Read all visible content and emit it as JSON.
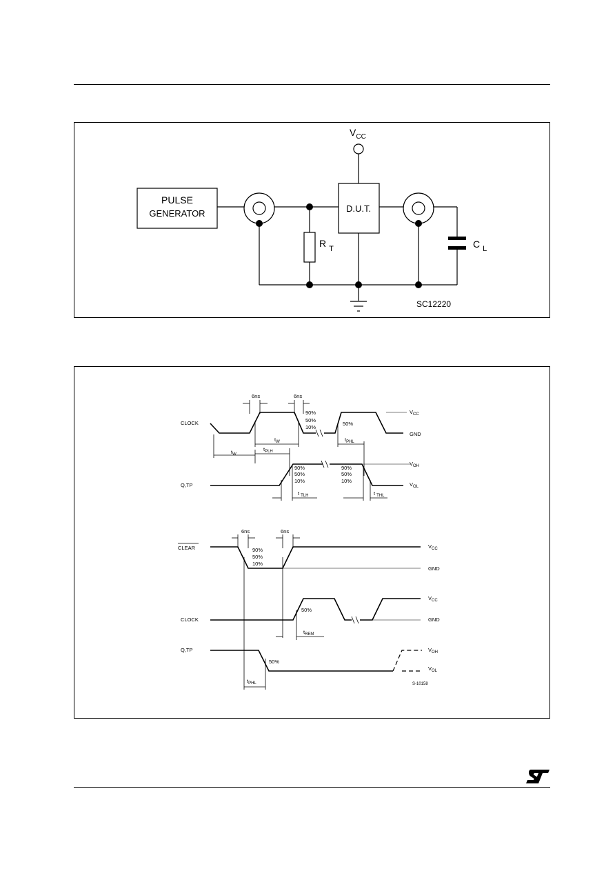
{
  "test_circuit": {
    "vcc": "V",
    "vcc_sub": "CC",
    "pulse_generator_line1": "PULSE",
    "pulse_generator_line2": "GENERATOR",
    "dut": "D.U.T.",
    "rt": "R",
    "rt_sub": "T",
    "cl": "C",
    "cl_sub": "L",
    "code": "SC12220"
  },
  "waveform_1": {
    "clock": "CLOCK",
    "q_tp": "Q,TP",
    "six_ns": "6ns",
    "pct90": "90%",
    "pct50": "50%",
    "pct10": "10%",
    "vcc": "V",
    "vcc_sub": "CC",
    "gnd": "GND",
    "voh": "V",
    "voh_sub": "OH",
    "vol": "V",
    "vol_sub": "OL",
    "tw": "t",
    "tw_sub": "W",
    "tplh": "t",
    "tplh_sub": "PLH",
    "tphl": "t",
    "tphl_sub": "PHL",
    "ttlh": "t",
    "ttlh_sub": "TLH",
    "tthl": "t",
    "tthl_sub": "THL"
  },
  "waveform_2": {
    "clear": "CLEAR",
    "clock": "CLOCK",
    "q_tp": "Q,TP",
    "six_ns": "6ns",
    "pct90": "90%",
    "pct50": "50%",
    "pct10": "10%",
    "vcc": "V",
    "vcc_sub": "CC",
    "gnd": "GND",
    "voh": "V",
    "voh_sub": "OH",
    "vol": "V",
    "vol_sub": "OL",
    "trem": "t",
    "trem_sub": "REM",
    "tphl": "t",
    "tphl_sub": "PHL",
    "code": "S-10158"
  },
  "logo": {
    "text": "ST",
    "icon": "st-logo-icon"
  }
}
